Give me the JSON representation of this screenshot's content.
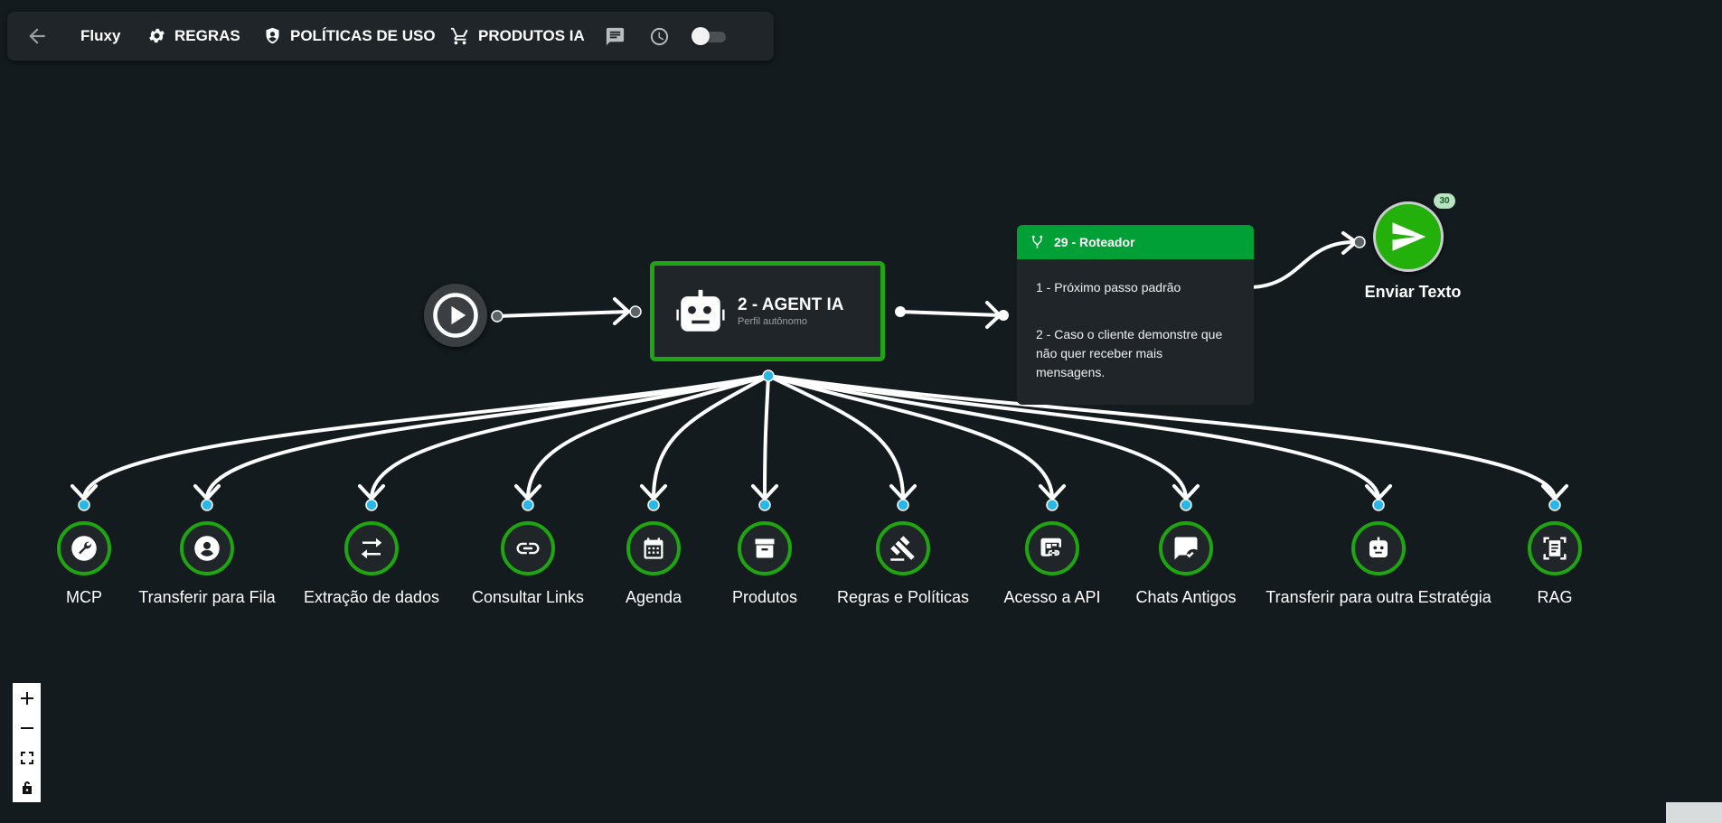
{
  "toolbar": {
    "app_name": "Fluxy",
    "items": [
      {
        "label": "REGRAS",
        "icon": "gear-icon"
      },
      {
        "label": "POLÍTICAS DE USO",
        "icon": "shield-icon"
      },
      {
        "label": "PRODUTOS IA",
        "icon": "cart-icon"
      }
    ],
    "toggle_on": false
  },
  "agent": {
    "title": "2 - AGENT IA",
    "subtitle": "Perfil autônomo"
  },
  "router": {
    "title": "29 - Roteador",
    "options": [
      "1 - Próximo passo padrão",
      "2 - Caso o cliente demonstre que não quer receber mais mensagens."
    ]
  },
  "send": {
    "label": "Enviar Texto",
    "badge": "30"
  },
  "tools": [
    {
      "label": "MCP",
      "icon": "wrench-icon"
    },
    {
      "label": "Transferir para Fila",
      "icon": "person-icon"
    },
    {
      "label": "Extração de dados",
      "icon": "swap-arrows-icon"
    },
    {
      "label": "Consultar Links",
      "icon": "link-icon"
    },
    {
      "label": "Agenda",
      "icon": "calendar-icon"
    },
    {
      "label": "Produtos",
      "icon": "archive-box-icon"
    },
    {
      "label": "Regras e Políticas",
      "icon": "gavel-icon"
    },
    {
      "label": "Acesso a API",
      "icon": "api-icon"
    },
    {
      "label": "Chats Antigos",
      "icon": "chat-check-icon"
    },
    {
      "label": "Transferir para outra Estratégia",
      "icon": "robot-icon"
    },
    {
      "label": "RAG",
      "icon": "document-scan-icon"
    }
  ],
  "colors": {
    "background": "#131b1e",
    "node_green": "#1fa511",
    "router_header": "#00a036",
    "handle_blue": "#29b6e8"
  }
}
